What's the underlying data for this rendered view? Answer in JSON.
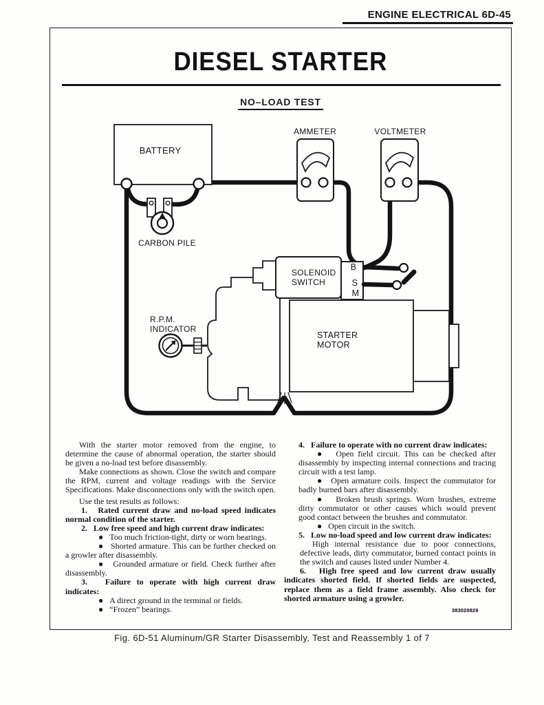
{
  "page": {
    "header_title": "ENGINE ELECTRICAL  6D-45",
    "title": "DIESEL STARTER",
    "caption": "Fig. 6D-51 Aluminum/GR Starter Disassembly, Test and Reassembly 1 of 7",
    "stamp": "383020829"
  },
  "diagram": {
    "heading": "NO–LOAD TEST",
    "labels": {
      "battery": "BATTERY",
      "ammeter": "AMMETER",
      "voltmeter": "VOLTMETER",
      "carbon_pile": "CARBON PILE",
      "solenoid_line1": "SOLENOID",
      "solenoid_line2": "SWITCH",
      "terminal_b": "B",
      "terminal_s": "S",
      "terminal_m": "M",
      "rpm_line1": "R.P.M.",
      "rpm_line2": "INDICATOR",
      "starter_line1": "STARTER",
      "starter_line2": "MOTOR"
    }
  },
  "body": {
    "left": {
      "p1": "With the starter motor removed from the engine, to determine the cause of abnormal operation, the starter should be given a no-load test before disassembly.",
      "p2": "Make connections as shown. Close the switch and compare the RPM, current and voltage readings with the Service Specifications. Make disconnections only with the switch open.",
      "p3": "Use the test results as follows:",
      "item1": "1.   Rated current draw and no-load speed indicates normal condition of the starter.",
      "item2": "2.   Low free speed and high current draw indicates:",
      "item2_bullets": [
        "●   Too much friction-tight, dirty or worn bearings.",
        "●   Shorted armature. This can be further checked on a growler after disassembly.",
        "●   Grounded armature or field. Check further after disassembly."
      ],
      "item3": "3.   Failure to operate with high current draw indicates:",
      "item3_bullets": [
        "●   A direct ground in the terminal or fields.",
        "●   “Frozen” bearings."
      ]
    },
    "right": {
      "item4": "4.   Failure to operate with no current draw indicates:",
      "item4_bullets": [
        "●   Open field circuit. This can be checked after disassembly by inspecting internal connections and tracing circuit with a test lamp.",
        "●   Open armature coils. Inspect the commutator for badly burned bars after disassembly.",
        "●   Broken brush springs. Worn brushes, extreme dirty commutator or other causes which would prevent good contact between the brushes and commutator.",
        "●   Open circuit in the switch."
      ],
      "item5": "5.   Low no-load speed and low current draw indicates:",
      "item5_body": "High internal resistance due to poor connections, defective leads, dirty commutator, burned contact points in the switch and causes listed under Number 4.",
      "item6": "6.   High free speed and low current draw usually indicates shorted field. If shorted fields are suspected, replace them as a field frame assembly. Also check for shorted armature using a growler."
    }
  }
}
